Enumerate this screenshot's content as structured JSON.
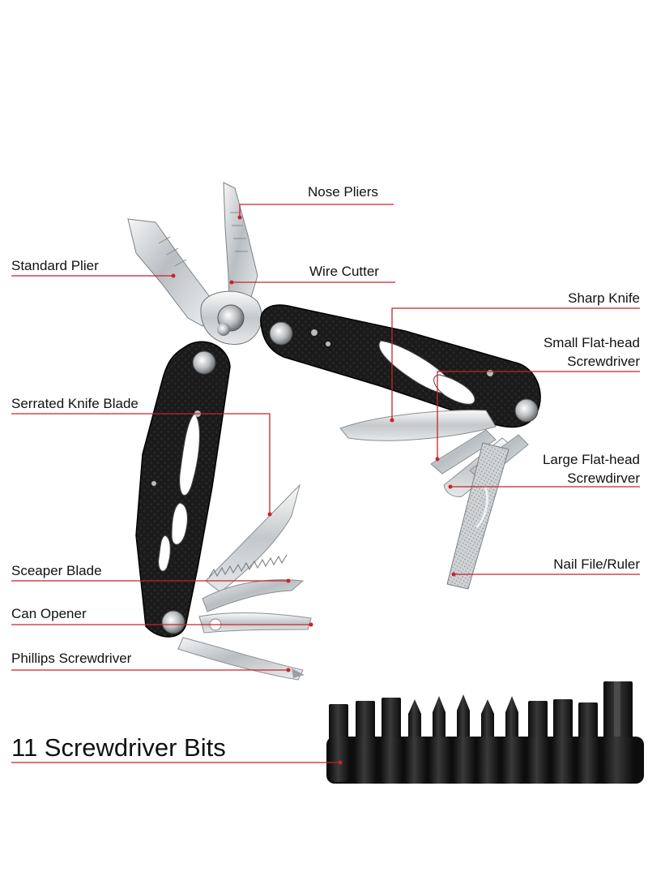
{
  "labels": {
    "nose_pliers": "Nose Pliers",
    "standard_plier": "Standard Plier",
    "wire_cutter": "Wire Cutter",
    "sharp_knife": "Sharp Knife",
    "small_flathead_line1": "Small Flat-head",
    "small_flathead_line2": "Screwdriver",
    "serrated_knife_blade": "Serrated Knife Blade",
    "large_flathead_line1": "Large Flat-head",
    "large_flathead_line2": "Screwdirver",
    "sceaper_blade": "Sceaper Blade",
    "nail_file_ruler": "Nail File/Ruler",
    "can_opener": "Can Opener",
    "phillips_screwdriver": "Phillips Screwdriver",
    "screwdriver_bits": "11 Screwdriver Bits"
  },
  "colors": {
    "callout_line": "#c8232c",
    "handle": "#151515",
    "steel": "#cfd3d6",
    "background": "#ffffff"
  }
}
